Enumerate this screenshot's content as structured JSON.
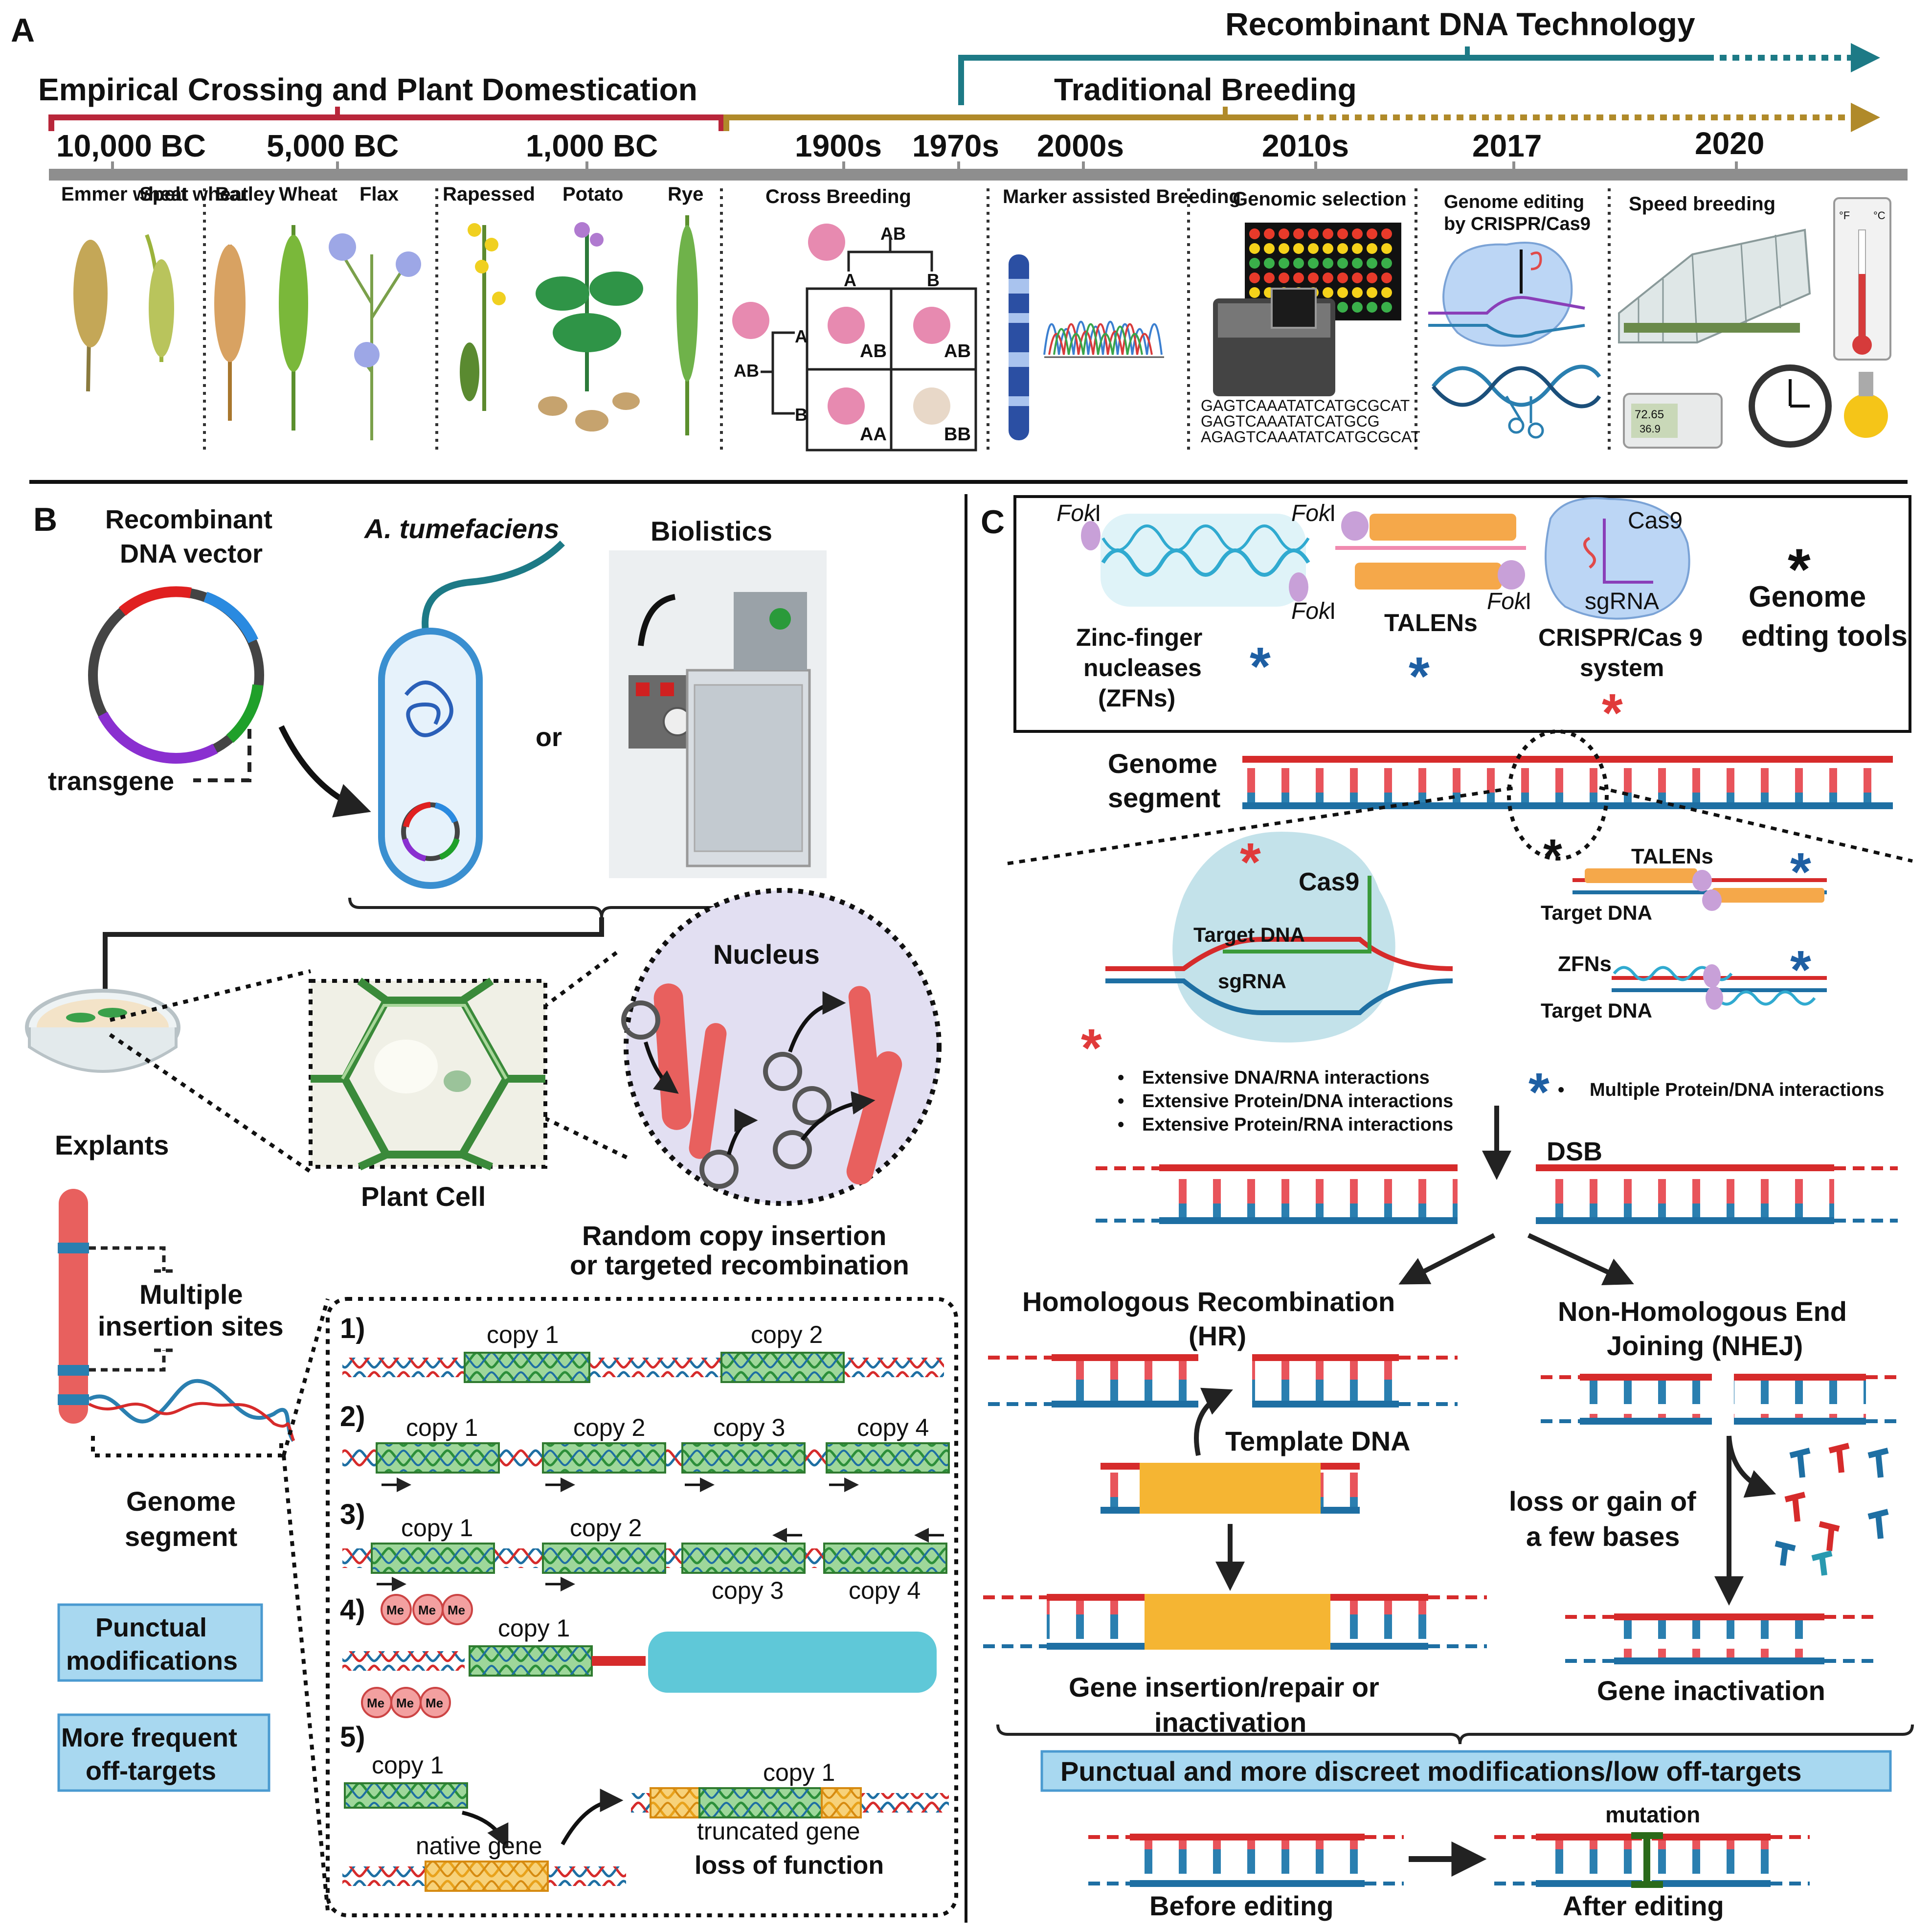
{
  "panelA": {
    "letter": "A",
    "track_recombinant": "Recombinant DNA Technology",
    "track_empirical": "Empirical Crossing and Plant Domestication",
    "track_traditional": "Traditional Breeding",
    "timeline": [
      "10,000 BC",
      "5,000 BC",
      "1,000 BC",
      "1900s",
      "1970s",
      "2000s",
      "2010s",
      "2017",
      "2020"
    ],
    "crops": {
      "emmer": "Emmer wheat",
      "spelt": "Spelt wheat",
      "barley": "Barley",
      "wheat": "Wheat",
      "flax": "Flax",
      "rapessed": "Rapessed",
      "potato": "Potato",
      "rye": "Rye"
    },
    "methods": {
      "cross": "Cross Breeding",
      "marker": "Marker assisted Breeding",
      "genomic": "Genomic selection",
      "crispr": "Genome editing by CRISPR/Cas9",
      "speed": "Speed breeding"
    },
    "punnett": {
      "parent_top": "AB",
      "col_a": "A",
      "col_b": "B",
      "parent_left": "AB",
      "row_a": "A",
      "row_b": "B",
      "cells": [
        "AB",
        "AB",
        "AA",
        "BB"
      ]
    },
    "seq_lines": [
      "GAGTCAAATATCATGCGCAT",
      "GAGTCAAATATCATGCG",
      "AGAGTCAAATATCATGCGCAT"
    ],
    "thermo_f": "°F",
    "thermo_c": "°C",
    "meter_readout": [
      "72.65",
      "36.9"
    ]
  },
  "panelB": {
    "letter": "B",
    "vector_title": "Recombinant DNA vector",
    "transgene": "transgene",
    "agro": "A. tumefaciens",
    "biolistics": "Biolistics",
    "or": "or",
    "nucleus": "Nucleus",
    "explants": "Explants",
    "plant_cell": "Plant Cell",
    "random_insertion": "Random copy insertion or targeted recombination",
    "multiple_sites": "Multiple insertion sites",
    "genome_segment": "Genome segment",
    "box_punctual": "Punctual modifications",
    "box_offtargets": "More frequent off-targets",
    "rows": {
      "n1": "1)",
      "n2": "2)",
      "n3": "3)",
      "n4": "4)",
      "n5": "5)",
      "r1": [
        "copy 1",
        "copy 2"
      ],
      "r2": [
        "copy 1",
        "copy 2",
        "copy 3",
        "copy 4"
      ],
      "r3": [
        "copy 1",
        "copy 2",
        "copy 3",
        "copy 4"
      ],
      "r4_copy": "copy 1",
      "methyl": "Me",
      "r5_copy_left": "copy 1",
      "r5_copy_right": "copy 1",
      "native_gene": "native gene",
      "truncated": "truncated gene",
      "loss": "loss of function"
    }
  },
  "panelC": {
    "letter": "C",
    "fok": "Fok",
    "fok_suffix": "I",
    "zfn_label": "Zinc-finger nucleases (ZFNs)",
    "talen_label": "TALENs",
    "cas9": "Cas9",
    "sgrna": "sgRNA",
    "crispr_label": "CRISPR/Cas 9 system",
    "tools_label": "Genome edting tools",
    "genome_segment": "Genome segment",
    "cas9_detail": "Cas9",
    "target_dna": "Target DNA",
    "talens": "TALENs",
    "zfns": "ZFNs",
    "bullets_left": [
      "Extensive DNA/RNA interactions",
      "Extensive Protein/DNA interactions",
      "Extensive Protein/RNA interactions"
    ],
    "bullet_right": "Multiple Protein/DNA interactions",
    "dsb": "DSB",
    "hr": "Homologous Recombination (HR)",
    "nhej": "Non-Homologous End Joining (NHEJ)",
    "template": "Template DNA",
    "loss_gain": "loss or gain of a few bases",
    "gene_insertion": "Gene insertion/repair or inactivation",
    "gene_inactivation": "Gene  inactivation",
    "punctual_box": "Punctual and more discreet modifications/low off-targets",
    "mutation": "mutation",
    "before": "Before editing",
    "after": "After editing"
  },
  "colors": {
    "red": "#d62b2b",
    "blue": "#1e6fa3",
    "green": "#3a9a3a",
    "orange": "#f5b533",
    "teal": "#1d7a86",
    "olive": "#b08a2a",
    "crimson": "#b8263a",
    "lightblue": "#a8d8f0"
  }
}
